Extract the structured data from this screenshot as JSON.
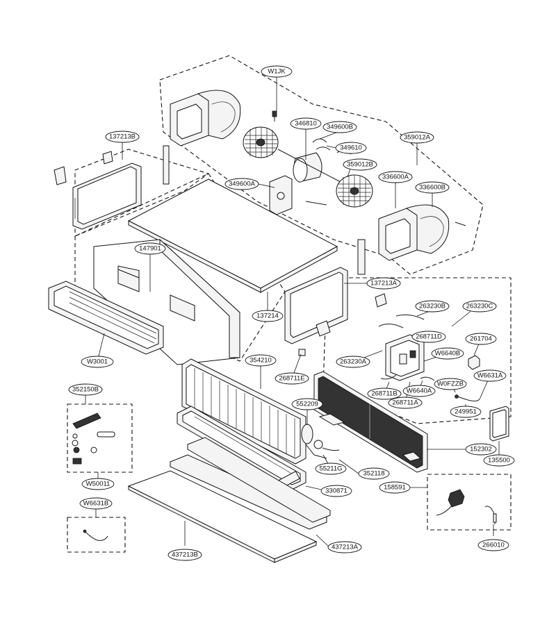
{
  "labels": {
    "w1jk": "W1JK",
    "p346810": "346810",
    "p349600b": "349600B",
    "p349610": "349610",
    "p359012a": "359012A",
    "p359012b": "359012B",
    "p137213b": "137213B",
    "p349600a": "349600A",
    "p336600a": "336600A",
    "p336600b": "336600B",
    "p147901": "147901",
    "p137213a": "137213A",
    "p137214": "137214",
    "p263230b": "263230B",
    "p263230c": "263230C",
    "p268711d": "268711D",
    "p261704": "261704",
    "w6640b": "W6640B",
    "p263230a": "263230A",
    "w0fzzb": "W0FZZB",
    "w3001": "W3001",
    "p354210": "354210",
    "p268711e": "268711E",
    "w6631a": "W6631A",
    "p268711b": "268711B",
    "w6640a": "W6640A",
    "p268711a": "268711A",
    "p352150b": "352150B",
    "p552209": "552209",
    "p249951": "249951",
    "p135500": "135500",
    "p152302": "152302",
    "p55211g": "55211G",
    "p352118": "352118",
    "w50011": "W50011",
    "p330871": "330871",
    "p158591": "158591",
    "w6631b": "W6631B",
    "p437213b": "437213B",
    "p437213a": "437213A",
    "p266010": "266010"
  }
}
